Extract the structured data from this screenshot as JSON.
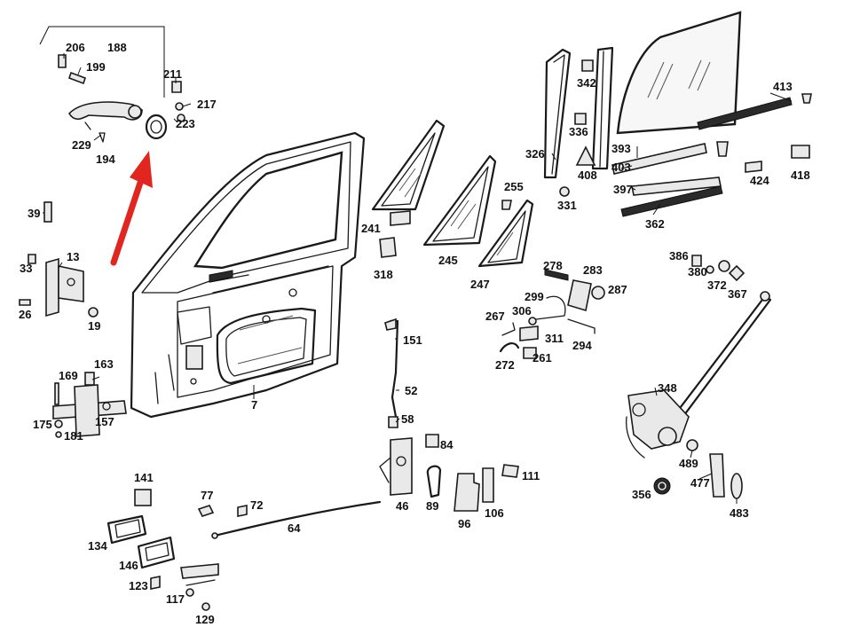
{
  "colors": {
    "arrow": "#e0261f",
    "line": "#1a1a1a",
    "background": "#ffffff"
  },
  "labels": {
    "l188": "188",
    "l206": "206",
    "l199": "199",
    "l211": "211",
    "l217": "217",
    "l223": "223",
    "l229": "229",
    "l194": "194",
    "l39": "39",
    "l13": "13",
    "l33": "33",
    "l26": "26",
    "l19": "19",
    "l169": "169",
    "l163": "163",
    "l175": "175",
    "l181": "181",
    "l157": "157",
    "l7": "7",
    "l241": "241",
    "l318": "318",
    "l245": "245",
    "l247": "247",
    "l255": "255",
    "l326": "326",
    "l331": "331",
    "l342": "342",
    "l336": "336",
    "l408": "408",
    "l393": "393",
    "l403": "403",
    "l397": "397",
    "l362": "362",
    "l424": "424",
    "l418": "418",
    "l413": "413",
    "l278": "278",
    "l283": "283",
    "l287": "287",
    "l299": "299",
    "l306": "306",
    "l267": "267",
    "l311": "311",
    "l294": "294",
    "l272": "272",
    "l261": "261",
    "l386": "386",
    "l380": "380",
    "l372": "372",
    "l367": "367",
    "l348": "348",
    "l489": "489",
    "l477": "477",
    "l356": "356",
    "l483": "483",
    "l151": "151",
    "l52": "52",
    "l58": "58",
    "l84": "84",
    "l46": "46",
    "l89": "89",
    "l96": "96",
    "l106": "106",
    "l111": "111",
    "l64": "64",
    "l141": "141",
    "l134": "134",
    "l146": "146",
    "l123": "123",
    "l117": "117",
    "l129": "129",
    "l77": "77",
    "l72": "72"
  }
}
